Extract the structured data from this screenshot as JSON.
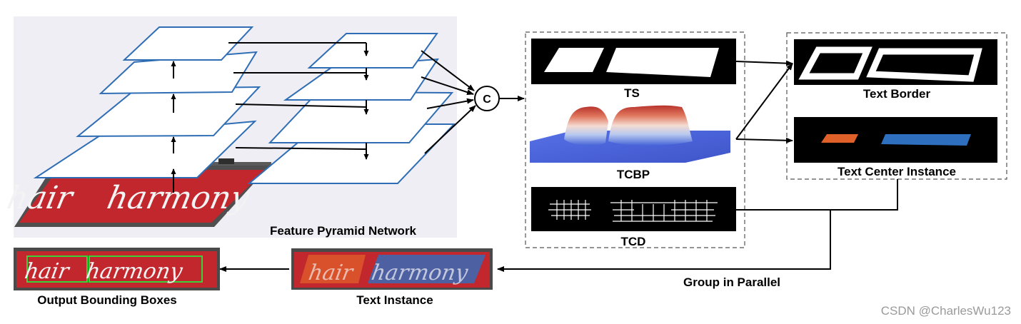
{
  "labels": {
    "fpn": "Feature Pyramid Network",
    "concat": "C",
    "ts": "TS",
    "tcbp": "TCBP",
    "tcd": "TCD",
    "text_border": "Text Border",
    "text_center_instance": "Text Center Instance",
    "group_in_parallel": "Group in Parallel",
    "text_instance": "Text Instance",
    "output_boxes": "Output Bounding Boxes"
  },
  "sign_words": [
    "hair",
    "harmony"
  ],
  "watermark": "CSDN @CharlesWu123",
  "colors": {
    "plane_stroke": "#2f6eb5",
    "panel_bg": "#efeef4",
    "sign_red": "#c1272d",
    "sign_frame": "#4a4a4a",
    "instance_orange": "#e0602a",
    "instance_blue": "#2f6fbf",
    "box_green": "#3bd13b"
  },
  "icons": [
    "concat-circle-icon",
    "arrow-icon",
    "surface-plot-icon",
    "vector-field-icon"
  ]
}
